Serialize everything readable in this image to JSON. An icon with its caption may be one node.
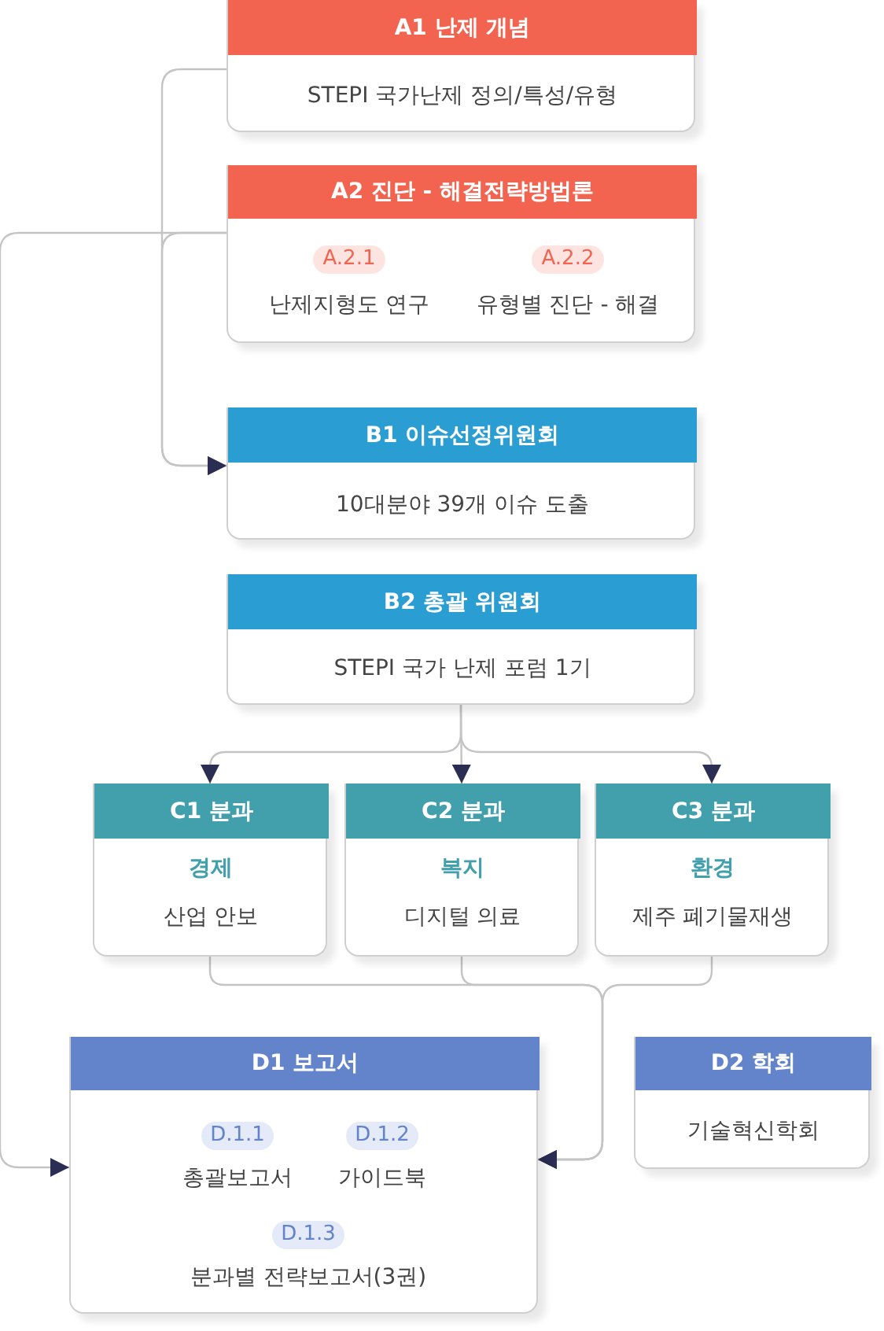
{
  "diagram": {
    "nodes": [
      {
        "text": [
          "A1 난제 개념",
          "STEPI 국가난제 정의/특성/유형"
        ]
      },
      {
        "text": [
          "A2 진단 - 해결전략방법론",
          "A.2.1",
          "난제지형도 연구",
          "A.2.2",
          "유형별 진단 - 해결"
        ]
      },
      {
        "text": [
          "B1 이슈선정위원회",
          "10대분야 39개 이슈 도출"
        ]
      },
      {
        "text": [
          "B2 총괄 위원회",
          "STEPI 국가 난제 포럼 1기"
        ]
      },
      {
        "text": [
          "C1 분과",
          "경제",
          "산업 안보"
        ]
      },
      {
        "text": [
          "C2 분과",
          "복지",
          "디지털 의료"
        ]
      },
      {
        "text": [
          "C3 분과",
          "환경",
          "제주 폐기물재생"
        ]
      },
      {
        "text": [
          "D1 보고서",
          "D.1.1",
          "총괄보고서",
          "D.1.2",
          "가이드북",
          "D.1.3",
          "분과별 전략보고서(3권)"
        ]
      },
      {
        "text": [
          "D2 학회",
          "기술혁신학회"
        ]
      }
    ],
    "edges": [
      {
        "from": 0,
        "to": 2,
        "arrow": "to"
      },
      {
        "from": 1,
        "to": 2,
        "arrow": "to"
      },
      {
        "from": 1,
        "to": 7,
        "arrow": "to"
      },
      {
        "from": 3,
        "to": 4,
        "arrow": "to"
      },
      {
        "from": 3,
        "to": 5,
        "arrow": "to"
      },
      {
        "from": 3,
        "to": 6,
        "arrow": "to"
      },
      {
        "from": 4,
        "to": 7,
        "arrow": "to"
      },
      {
        "from": 5,
        "to": 7,
        "arrow": "to"
      },
      {
        "from": 6,
        "to": 7,
        "arrow": "to"
      }
    ]
  }
}
